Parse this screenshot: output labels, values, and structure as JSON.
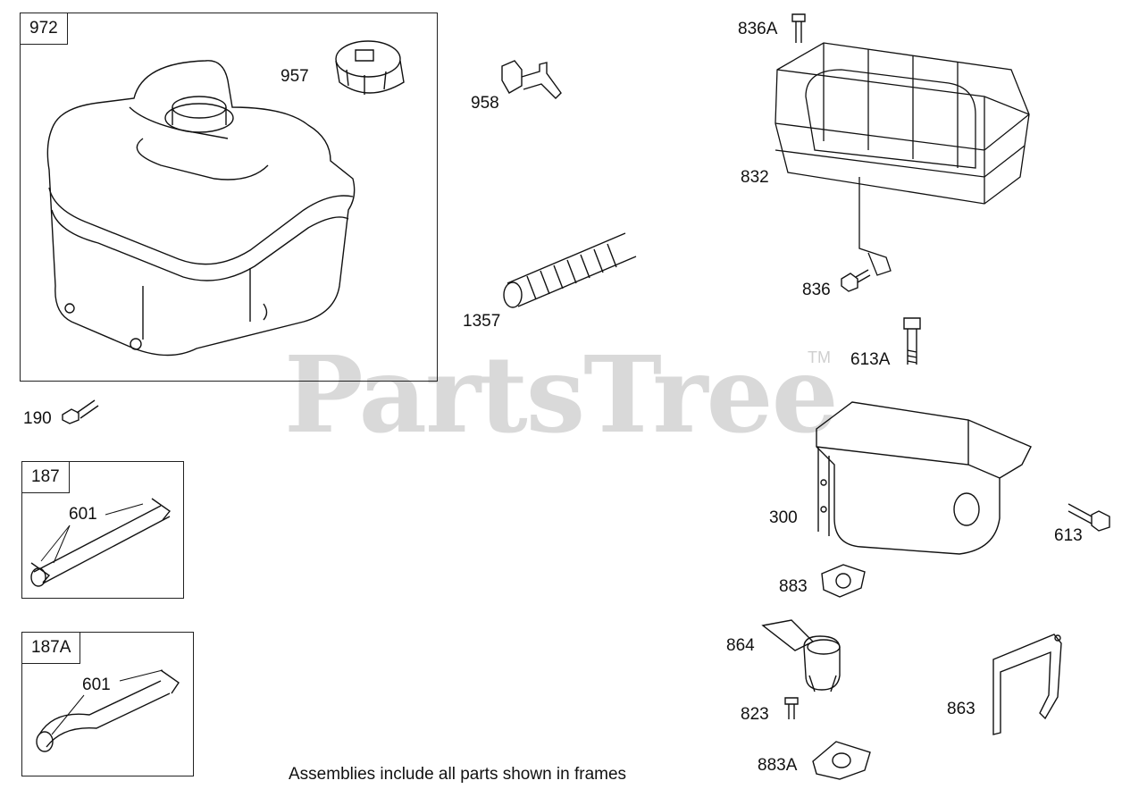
{
  "watermark": {
    "brand": "PartsTree",
    "trademark": "TM"
  },
  "frames": {
    "tank_assembly": "972",
    "fuel_line_assembly": "187",
    "fuel_line_assembly_alt": "187A"
  },
  "callouts": {
    "cap": "957",
    "shutoff_valve": "958",
    "hose": "1357",
    "tank_screw": "190",
    "clamp_187": "601",
    "clamp_187A": "601",
    "guard_bolt_top": "836A",
    "guard": "832",
    "guard_bolt": "836",
    "muffler_bolt_top": "613A",
    "muffler": "300",
    "muffler_bolt": "613",
    "gasket": "883",
    "exhaust_bracket": "864",
    "bracket_screw": "823",
    "gasket_lower": "883A",
    "support_bracket": "863"
  },
  "footer": "Assemblies include all parts shown in frames"
}
